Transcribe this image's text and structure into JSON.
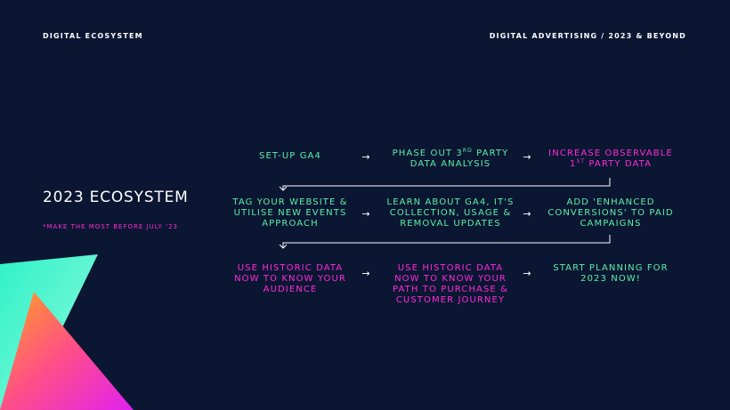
{
  "header": {
    "left": "DIGITAL ECOSYSTEM",
    "right": "DIGITAL ADVERTISING / 2023 & BEYOND"
  },
  "title": "2023 ECOSYSTEM",
  "subnote": "*MAKE THE MOST BEFORE JULY '23",
  "colors": {
    "background": "#0b1633",
    "green": "#5df0a4",
    "pink": "#ff2bd6",
    "white": "#ffffff"
  },
  "rows": [
    {
      "cells": [
        {
          "color": "green",
          "lines": [
            "SET-UP GA4"
          ]
        },
        {
          "color": "green",
          "lines": [
            "PHASE OUT 3RD PARTY",
            "DATA ANALYSIS"
          ],
          "sup": {
            "line": 0,
            "text": "RD",
            "base": "PHASE OUT 3",
            "rest": " PARTY"
          }
        },
        {
          "color": "pink",
          "lines": [
            "INCREASE OBSERVABLE",
            "1ST PARTY DATA"
          ],
          "sup": {
            "line": 1,
            "text": "ST",
            "base": "1",
            "rest": " PARTY DATA"
          }
        }
      ]
    },
    {
      "cells": [
        {
          "color": "green",
          "lines": [
            "TAG YOUR WEBSITE &",
            "UTILISE NEW EVENTS",
            "APPROACH"
          ]
        },
        {
          "color": "green",
          "lines": [
            "LEARN ABOUT GA4, IT'S",
            "COLLECTION, USAGE &",
            "REMOVAL UPDATES"
          ]
        },
        {
          "color": "green",
          "lines": [
            "ADD 'ENHANCED",
            "CONVERSIONS' TO PAID",
            "CAMPAIGNS"
          ]
        }
      ]
    },
    {
      "cells": [
        {
          "color": "pink",
          "lines": [
            "USE HISTORIC DATA",
            "NOW TO KNOW YOUR",
            "AUDIENCE"
          ]
        },
        {
          "color": "pink",
          "lines": [
            "USE HISTORIC DATA",
            "NOW TO KNOW YOUR",
            "PATH TO PURCHASE &",
            "CUSTOMER JOURNEY"
          ]
        },
        {
          "color": "green",
          "lines": [
            "START PLANNING FOR",
            "2023 NOW!"
          ]
        }
      ]
    }
  ],
  "arrow_glyph": "→",
  "icons": [
    "right-arrow-icon",
    "return-arrow-icon"
  ]
}
